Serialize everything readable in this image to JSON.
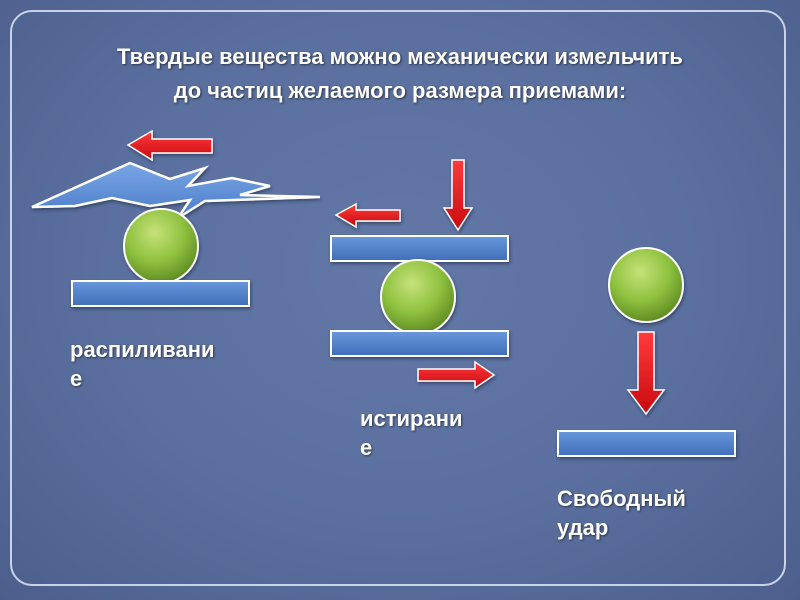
{
  "slide": {
    "title_lines": [
      "Твердые вещества можно механически измельчить",
      "до частиц желаемого размера приемами:"
    ]
  },
  "methods": {
    "sawing": {
      "label_lines": [
        "распиливани",
        "е"
      ]
    },
    "grinding": {
      "label_lines": [
        "истирани",
        "е"
      ]
    },
    "impact": {
      "label_lines": [
        "Свободный",
        "удар"
      ]
    }
  },
  "colors": {
    "background": "#5a6f9e",
    "plate": "#4f7fc8",
    "particle": "#8fc23f",
    "arrow": "#e8121a",
    "saw": "#5b8cd6",
    "text": "#ffffff"
  }
}
